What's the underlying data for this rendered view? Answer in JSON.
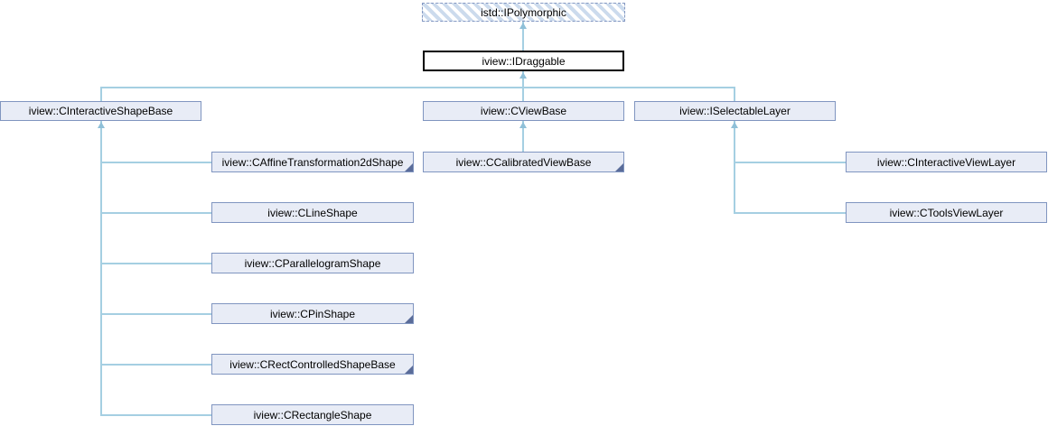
{
  "diagram": {
    "type": "class-inheritance-graph",
    "nodes": {
      "ipolymorphic": {
        "label": "istd::IPolymorphic",
        "external": true,
        "truncated": false
      },
      "idraggable": {
        "label": "iview::IDraggable",
        "external": false,
        "truncated": false
      },
      "cinteractiveshapebase": {
        "label": "iview::CInteractiveShapeBase",
        "external": false,
        "truncated": false
      },
      "cviewbase": {
        "label": "iview::CViewBase",
        "external": false,
        "truncated": false
      },
      "iselectablelayer": {
        "label": "iview::ISelectableLayer",
        "external": false,
        "truncated": false
      },
      "caffine": {
        "label": "iview::CAffineTransformation2dShape",
        "external": false,
        "truncated": true
      },
      "ccalibrated": {
        "label": "iview::CCalibratedViewBase",
        "external": false,
        "truncated": true
      },
      "cinteractiveviewlayer": {
        "label": "iview::CInteractiveViewLayer",
        "external": false,
        "truncated": false
      },
      "cline": {
        "label": "iview::CLineShape",
        "external": false,
        "truncated": false
      },
      "ctools": {
        "label": "iview::CToolsViewLayer",
        "external": false,
        "truncated": false
      },
      "cparallelogram": {
        "label": "iview::CParallelogramShape",
        "external": false,
        "truncated": false
      },
      "cpin": {
        "label": "iview::CPinShape",
        "external": false,
        "truncated": true
      },
      "crectcontrolled": {
        "label": "iview::CRectControlledShapeBase",
        "external": false,
        "truncated": true
      },
      "crectangle": {
        "label": "iview::CRectangleShape",
        "external": false,
        "truncated": false
      }
    },
    "edges": [
      {
        "from": "iview::IDraggable",
        "to": "istd::IPolymorphic"
      },
      {
        "from": "iview::CInteractiveShapeBase",
        "to": "iview::IDraggable"
      },
      {
        "from": "iview::CViewBase",
        "to": "iview::IDraggable"
      },
      {
        "from": "iview::ISelectableLayer",
        "to": "iview::IDraggable"
      },
      {
        "from": "iview::CAffineTransformation2dShape",
        "to": "iview::CInteractiveShapeBase"
      },
      {
        "from": "iview::CLineShape",
        "to": "iview::CInteractiveShapeBase"
      },
      {
        "from": "iview::CParallelogramShape",
        "to": "iview::CInteractiveShapeBase"
      },
      {
        "from": "iview::CPinShape",
        "to": "iview::CInteractiveShapeBase"
      },
      {
        "from": "iview::CRectControlledShapeBase",
        "to": "iview::CInteractiveShapeBase"
      },
      {
        "from": "iview::CRectangleShape",
        "to": "iview::CInteractiveShapeBase"
      },
      {
        "from": "iview::CCalibratedViewBase",
        "to": "iview::CViewBase"
      },
      {
        "from": "iview::CInteractiveViewLayer",
        "to": "iview::ISelectableLayer"
      },
      {
        "from": "iview::CToolsViewLayer",
        "to": "iview::ISelectableLayer"
      }
    ],
    "colors": {
      "node_fill": "#e8ecf6",
      "node_border": "#8095c0",
      "external_hatch": "#ccdbed",
      "external_border": "#8498c2",
      "current_node_border": "#000000",
      "edge_line": "#a5cfe2",
      "edge_arrow": "#8fc0d8",
      "truncated_corner": "#5a6c99"
    }
  }
}
